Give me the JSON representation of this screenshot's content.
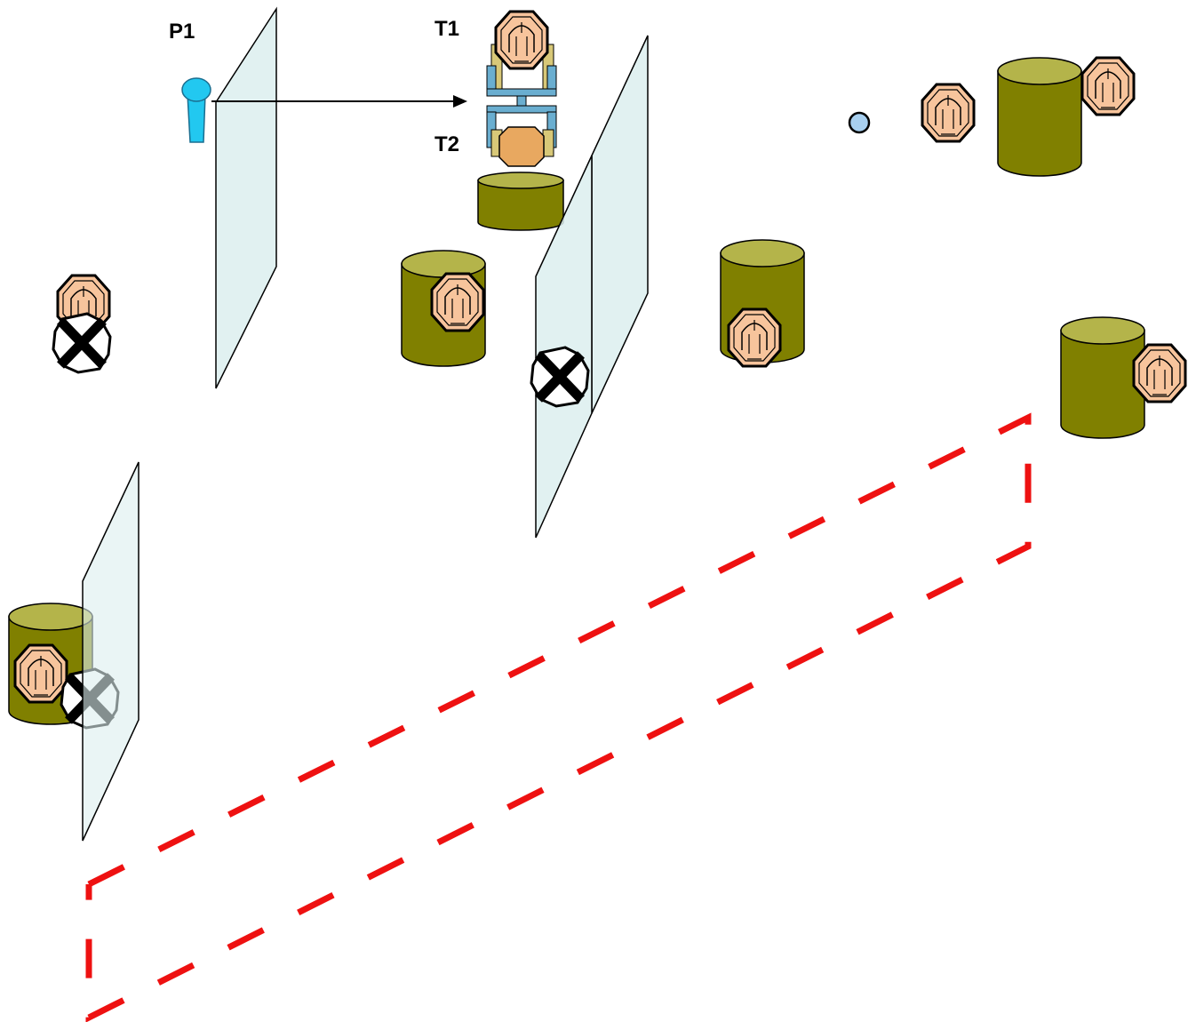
{
  "labels": {
    "p1": "P1",
    "t1": "T1",
    "t2": "T2"
  },
  "colors": {
    "panel_fill": "#dcefef",
    "panel_stroke": "#000000",
    "barrel_body": "#808000",
    "barrel_top": "#b4b44a",
    "target_face": "#f7c49c",
    "target_dark": "#e8a860",
    "target_stroke": "#000000",
    "boundary_dash": "#ee1111",
    "shooter": "#22c8f0",
    "robot_frame": "#6aaed0",
    "robot_side": "#d8c878",
    "marker_dot": "#a8d0f0"
  },
  "icons": {
    "shooter": "shooter-post-icon",
    "target": "target-silhouette-icon",
    "no_shoot": "no-shoot-x-icon",
    "barrel": "barrel-icon",
    "robot": "moving-target-robot-icon",
    "marker": "position-marker-icon"
  }
}
